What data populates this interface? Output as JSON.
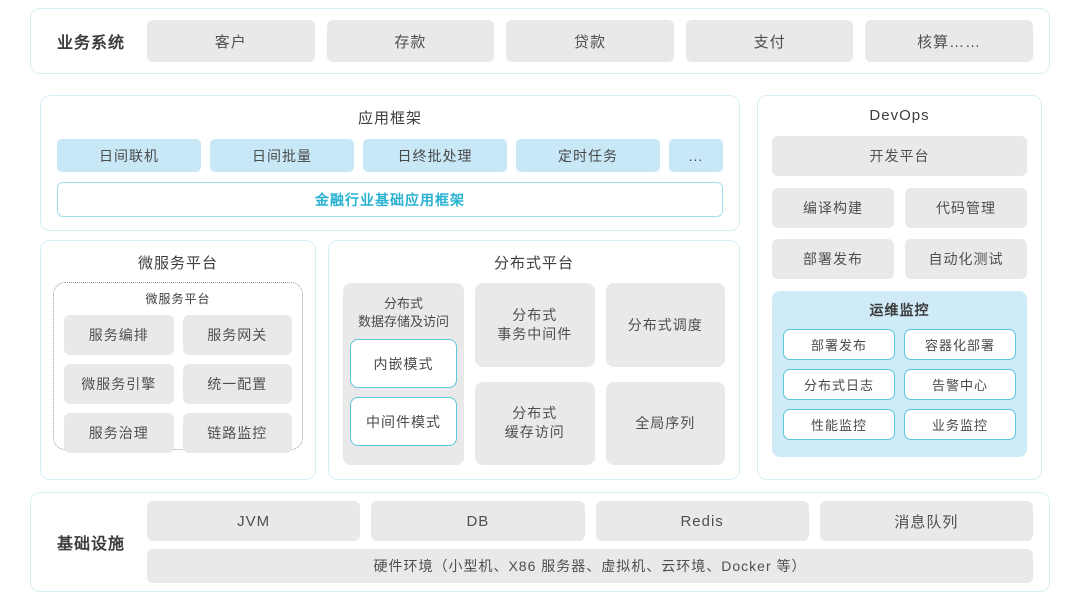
{
  "colors": {
    "panel_border": "#d9eff6",
    "gray_fill": "#e9e9e9",
    "blue_fill": "#c8e7f7",
    "teal_accent": "#29b2d2",
    "monitor_fill": "#cfebf8"
  },
  "business": {
    "label": "业务系统",
    "items": [
      "客户",
      "存款",
      "贷款",
      "支付",
      "核算……"
    ]
  },
  "app_framework": {
    "title": "应用框架",
    "modules": [
      "日间联机",
      "日间批量",
      "日终批处理",
      "定时任务",
      "..."
    ],
    "base_framework": "金融行业基础应用框架"
  },
  "microservice": {
    "title": "微服务平台",
    "inner_title": "微服务平台",
    "items": [
      "服务编排",
      "服务网关",
      "微服务引擎",
      "统一配置",
      "服务治理",
      "链路监控"
    ]
  },
  "distributed": {
    "title": "分布式平台",
    "storage": {
      "label": "分布式\n数据存储及访问",
      "modes": [
        "内嵌模式",
        "中间件模式"
      ]
    },
    "transaction_middleware": "分布式\n事务中间件",
    "scheduling": "分布式调度",
    "cache_access": "分布式\n缓存访问",
    "global_sequence": "全局序列"
  },
  "devops": {
    "title": "DevOps",
    "platform": "开发平台",
    "tools": [
      "编译构建",
      "代码管理",
      "部署发布",
      "自动化测试"
    ],
    "monitoring": {
      "title": "运维监控",
      "items": [
        "部署发布",
        "容器化部署",
        "分布式日志",
        "告警中心",
        "性能监控",
        "业务监控"
      ]
    }
  },
  "infrastructure": {
    "label": "基础设施",
    "items": [
      "JVM",
      "DB",
      "Redis",
      "消息队列"
    ],
    "hardware": "硬件环境（小型机、X86 服务器、虚拟机、云环境、Docker 等）"
  }
}
